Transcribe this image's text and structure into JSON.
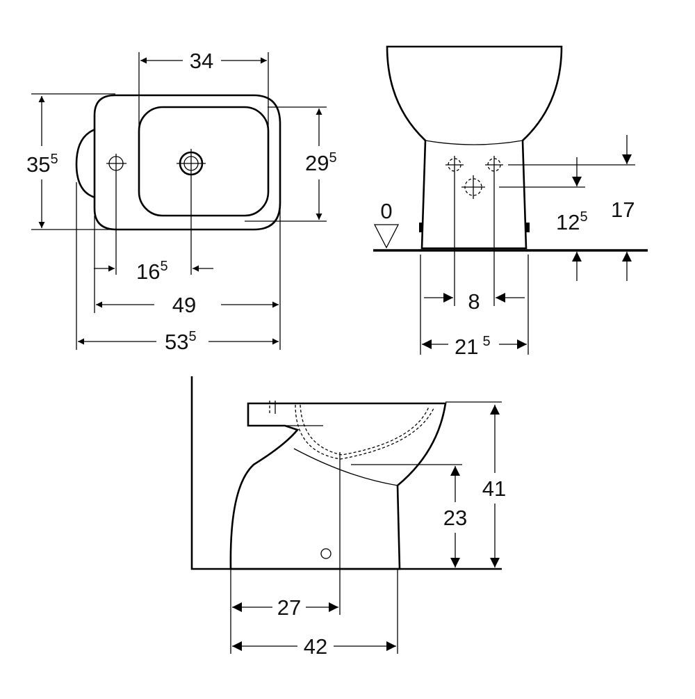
{
  "top_view": {
    "overall_width": {
      "main": "53",
      "sup": "5"
    },
    "outer_width": "49",
    "bowl_width": "34",
    "overall_depth": {
      "main": "35",
      "sup": "5"
    },
    "bowl_depth": {
      "main": "29",
      "sup": "5"
    },
    "tap_hole_offset": {
      "main": "16",
      "sup": "5"
    }
  },
  "front_view": {
    "floor_zero": "0",
    "outlet_height_low": {
      "main": "12",
      "sup": "5"
    },
    "outlet_height_high": "17",
    "connection_spacing": "8",
    "base_width": {
      "main": "21",
      "sup": "5"
    }
  },
  "side_view": {
    "total_height": "41",
    "waste_height": "23",
    "waste_distance": "27",
    "total_projection": "42"
  }
}
